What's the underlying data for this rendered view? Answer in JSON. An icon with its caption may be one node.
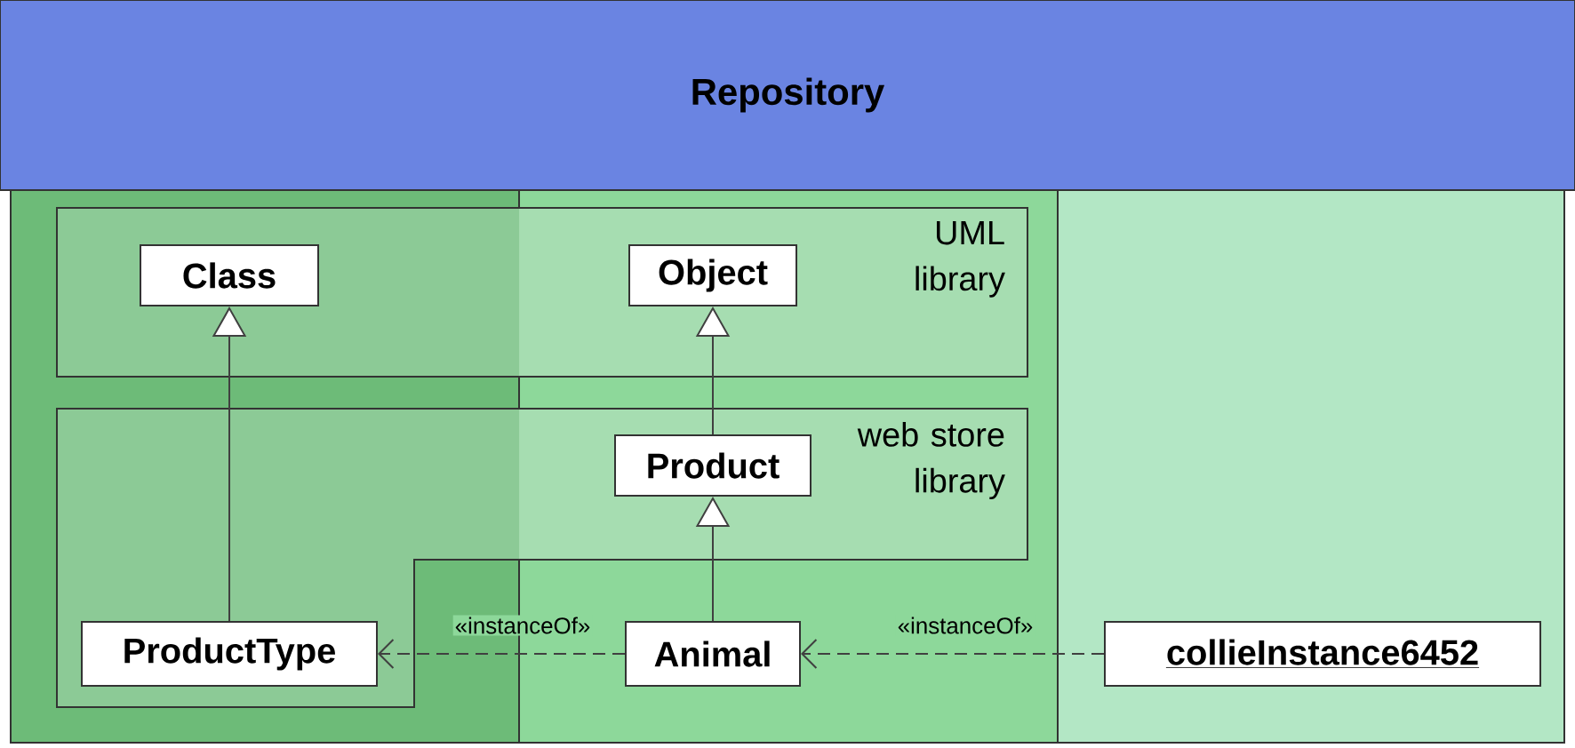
{
  "diagram": {
    "nodes": [
      {
        "text": [
          "Repository"
        ]
      },
      {
        "text": [
          "UML library"
        ]
      },
      {
        "text": [
          "Class"
        ],
        "in": 1
      },
      {
        "text": [
          "Object"
        ],
        "in": 1
      },
      {
        "text": [
          "web store library"
        ]
      },
      {
        "text": [
          "Product"
        ],
        "in": 4
      },
      {
        "text": [
          "ProductType"
        ],
        "in": 4
      },
      {
        "text": [
          "Animal"
        ]
      },
      {
        "text": [
          "collieInstance6452"
        ]
      }
    ],
    "edges": [
      {
        "from": 6,
        "to": 2,
        "arrow": "to"
      },
      {
        "from": 5,
        "to": 3,
        "arrow": "to"
      },
      {
        "from": 7,
        "to": 5,
        "arrow": "to"
      },
      {
        "from": 7,
        "to": 6,
        "arrow": "to",
        "label": "«instanceOf»",
        "style": "dashed"
      },
      {
        "from": 8,
        "to": 7,
        "arrow": "to",
        "label": "«instanceOf»",
        "style": "dashed"
      }
    ]
  }
}
